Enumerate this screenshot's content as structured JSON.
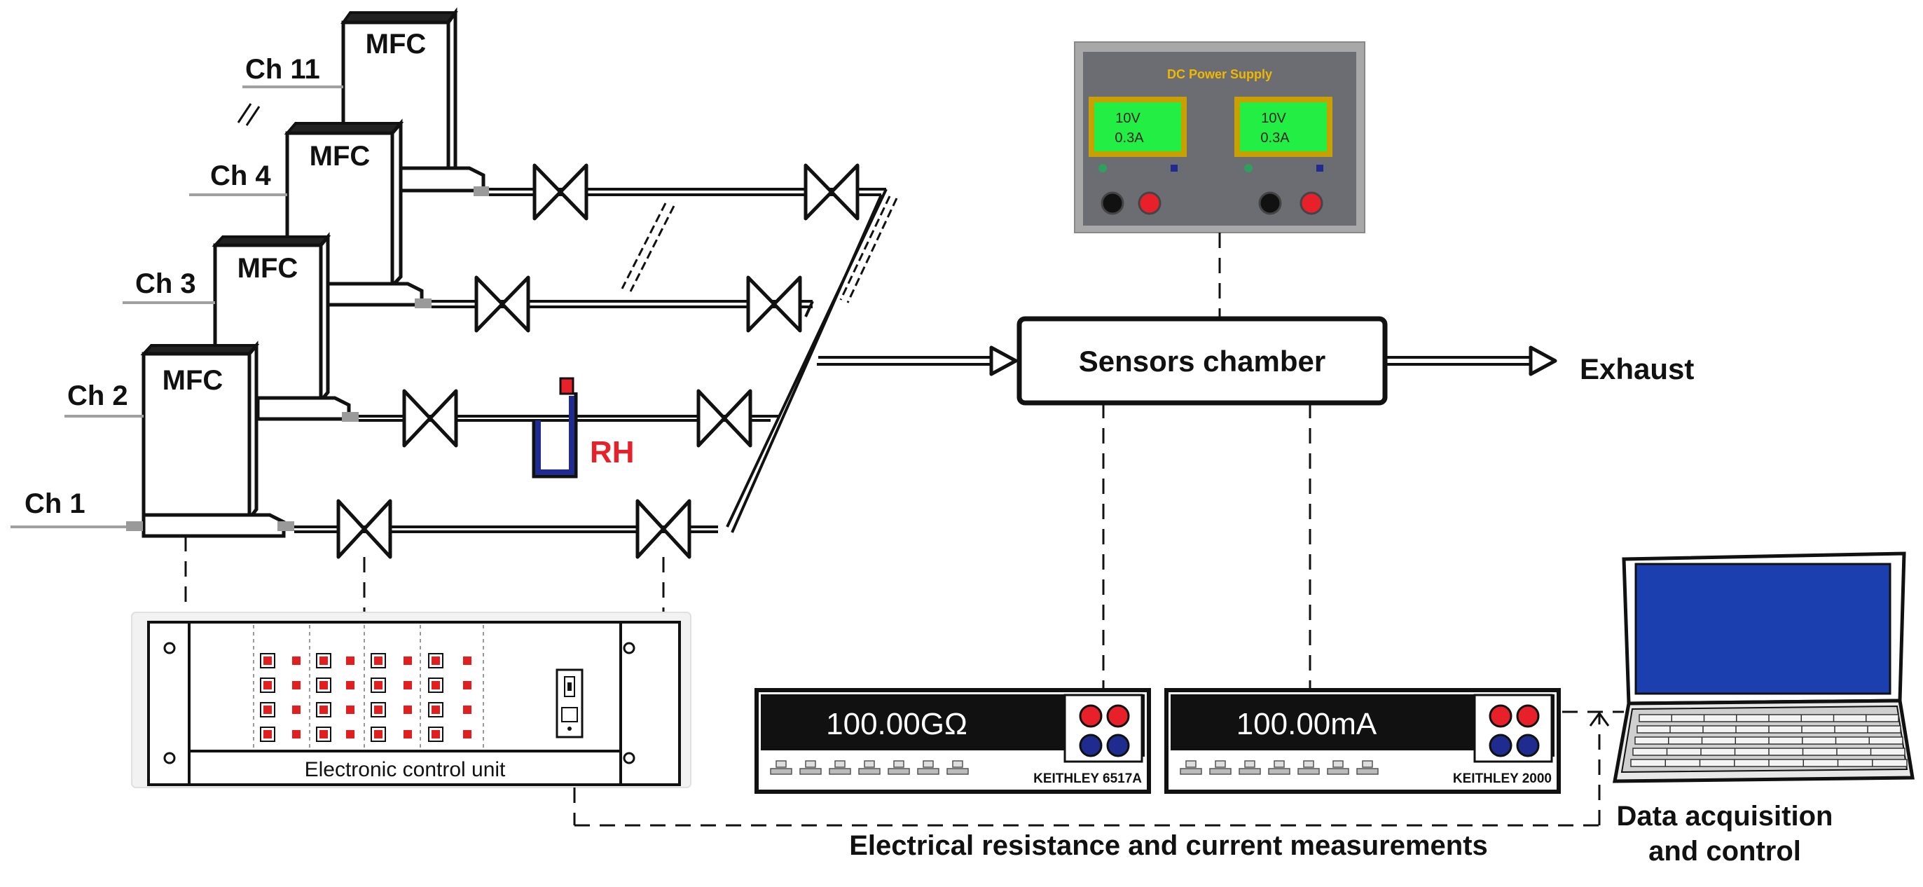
{
  "colors": {
    "ink": "#111111",
    "rh_red": "#e8202a",
    "lcd_green": "#22ee44",
    "lcd_border": "#c8a000",
    "psu_face": "#6b6d72",
    "psu_frame": "#a8a8a8",
    "psu_title": "#f0b800",
    "meter_black": "#111111",
    "terminal_red": "#e8202a",
    "terminal_blue": "#1f2b8f",
    "button_red": "#e02020",
    "laptop_screen": "#1c3fb0",
    "gray_line": "#a0a0a0"
  },
  "channels": [
    {
      "id": "ch1",
      "label": "Ch 1"
    },
    {
      "id": "ch2",
      "label": "Ch 2",
      "mfc": "MFC"
    },
    {
      "id": "ch3",
      "label": "Ch 3",
      "mfc": "MFC"
    },
    {
      "id": "ch4",
      "label": "Ch 4",
      "mfc": "MFC"
    },
    {
      "id": "ch11",
      "label": "Ch 11",
      "mfc": "MFC"
    }
  ],
  "rh_label": "RH",
  "power_supply": {
    "title": "DC Power Supply",
    "left_display": {
      "line1": "10V",
      "line2": "0.3A"
    },
    "right_display": {
      "line1": "10V",
      "line2": "0.3A"
    }
  },
  "sensors_chamber": "Sensors chamber",
  "exhaust": "Exhaust",
  "control_unit": "Electronic control unit",
  "electrometer": {
    "reading": "100.00GΩ",
    "model": "KEITHLEY 6517A"
  },
  "multimeter": {
    "reading": "100.00mA",
    "model": "KEITHLEY 2000"
  },
  "measurements_caption": "Electrical resistance and current measurements",
  "daq_caption": {
    "line1": "Data acquisition",
    "line2": "and control"
  }
}
